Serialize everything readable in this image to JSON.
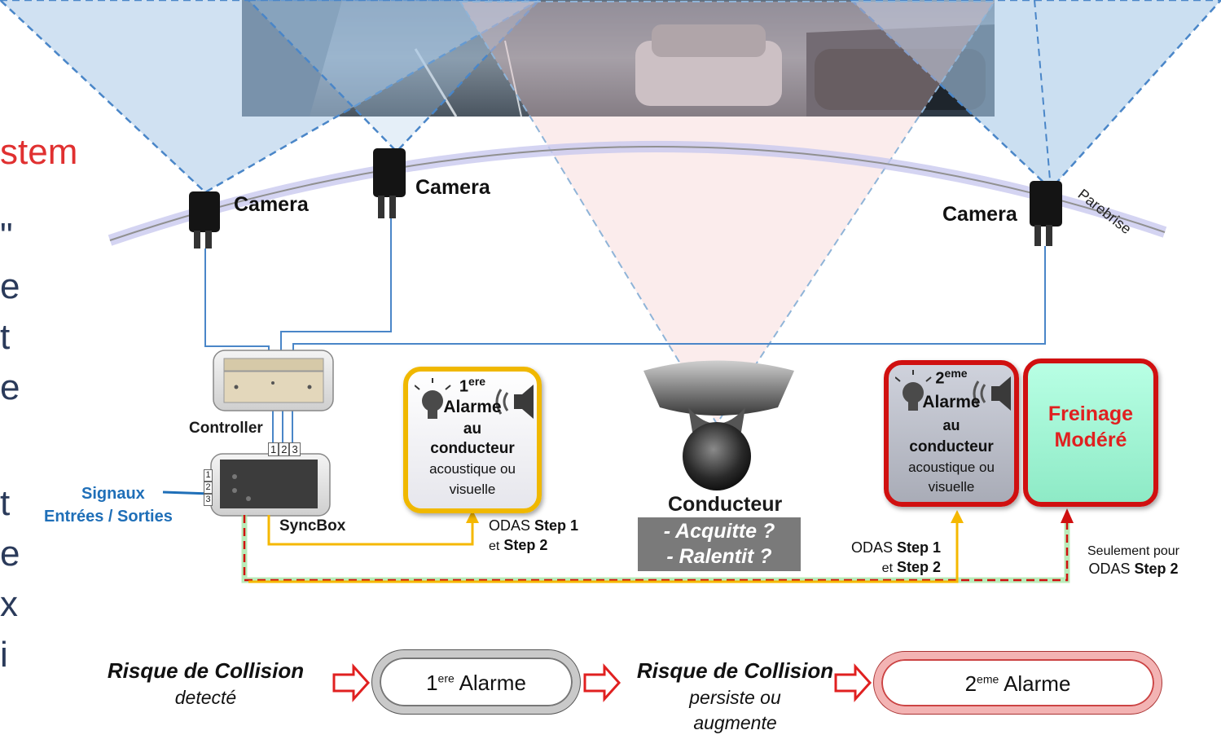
{
  "left_fragments": {
    "title_frag": "stem",
    "lines": [
      "\"",
      "e",
      "t",
      "e",
      "t",
      "e",
      "x",
      "i"
    ]
  },
  "windshield_label": "Parebrise",
  "cameras": [
    "Camera",
    "Camera",
    "Camera"
  ],
  "controller_label": "Controller",
  "syncbox_label": "SyncBox",
  "signals": {
    "line1": "Signaux",
    "line2": "Entrées / Sorties"
  },
  "syncbox_ports": [
    "1",
    "2",
    "3"
  ],
  "alarm1": {
    "ordinal": "1",
    "ordinal_sup": "ere",
    "title": "Alarme",
    "line2": "au",
    "line3": "conducteur",
    "line4": "acoustique ou",
    "line5": "visuelle"
  },
  "alarm2": {
    "ordinal": "2",
    "ordinal_sup": "eme",
    "title": "Alarme",
    "line2": "au",
    "line3": "conducteur",
    "line4": "acoustique ou",
    "line5": "visuelle"
  },
  "braking": {
    "line1": "Freinage",
    "line2": "Modéré"
  },
  "driver": {
    "label": "Conducteur",
    "q1": "- Acquitte ?",
    "q2": "- Ralentit ?"
  },
  "odas1": {
    "prefix": "ODAS",
    "step1": "Step 1",
    "and": "et",
    "step2": "Step 2"
  },
  "odas2": {
    "prefix": "ODAS",
    "step1": "Step 1",
    "and": "et",
    "step2": "Step 2"
  },
  "odas3": {
    "line1": "Seulement pour",
    "prefix": "ODAS",
    "step2": "Step 2"
  },
  "flow": {
    "risk1_title": "Risque de Collision",
    "risk1_sub": "detecté",
    "pill1_num": "1",
    "pill1_sup": "ere",
    "pill1_text": "Alarme",
    "risk2_title": "Risque de Collision",
    "risk2_sub1": "persiste ou",
    "risk2_sub2": "augmente",
    "pill2_num": "2",
    "pill2_sup": "eme",
    "pill2_text": "Alarme"
  },
  "colors": {
    "title_red": "#e03030",
    "signal_blue": "#1f6fb8",
    "alarm1_border": "#f0b800",
    "alarm2_border": "#d01010",
    "braking_fill": "#9ff5d2",
    "wire_blue": "#4a86c8"
  }
}
